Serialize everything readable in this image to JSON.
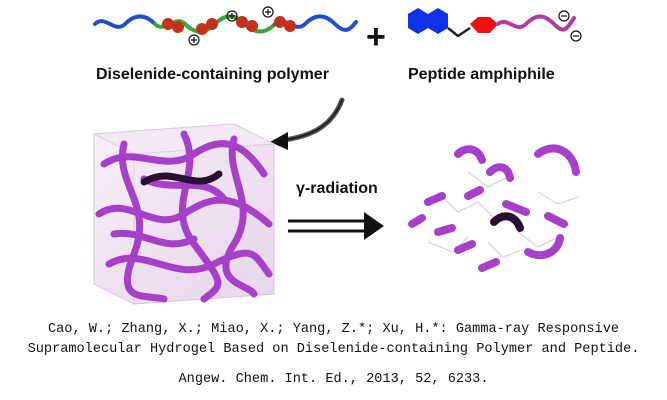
{
  "scheme": {
    "polymer_label": "Diselenide-containing polymer",
    "peptide_label": "Peptide amphiphile",
    "plus_sign": "+",
    "radiation_label": "γ-radiation",
    "charge_symbol_positive": "⊕",
    "charge_symbol_negative": "⊖"
  },
  "citation": {
    "line1": "Cao, W.; Zhang, X.; Miao, X.; Yang, Z.*; Xu, H.*: Gamma-ray Responsive",
    "line2": "Supramolecular Hydrogel Based on Diselenide-containing Polymer and Peptide.",
    "line3": "Angew. Chem. Int. Ed., 2013, 52, 6233."
  },
  "colors": {
    "polymer_blue": "#1f4fd1",
    "polymer_green": "#3aa838",
    "selenium_red": "#c2321b",
    "naphthalene_blue": "#1030e8",
    "phenyl_red": "#ee1111",
    "peptide_magenta": "#b23aa6",
    "gel_purple": "#a640c8"
  }
}
